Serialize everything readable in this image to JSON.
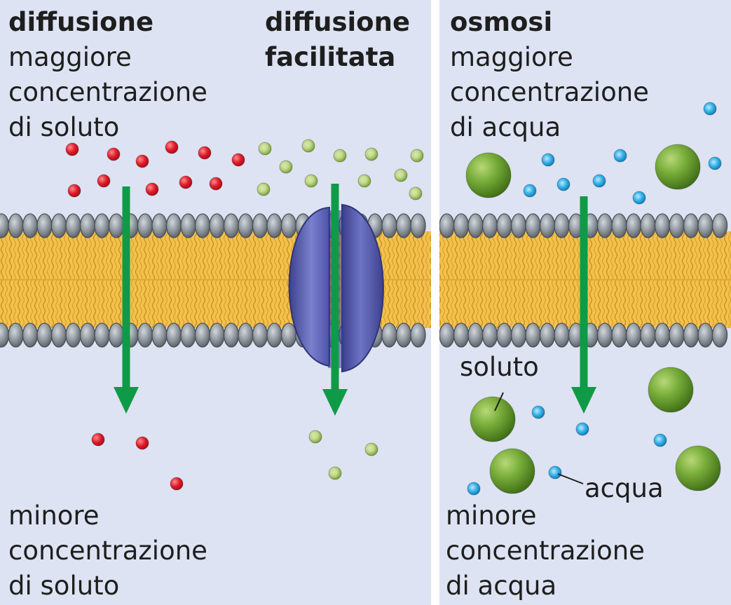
{
  "panels": {
    "diffusion": {
      "title": "diffusione",
      "top_lines": [
        "maggiore",
        "concentrazione",
        "di soluto"
      ],
      "bottom_lines": [
        "minore",
        "concentrazione",
        "di soluto"
      ]
    },
    "facilitated": {
      "title_lines": [
        "diffusione",
        "facilitata"
      ]
    },
    "osmosis": {
      "title": "osmosi",
      "top_lines": [
        "maggiore",
        "concentrazione",
        "di acqua"
      ],
      "bottom_lines": [
        "minore",
        "concentrazione",
        "di acqua"
      ],
      "solute_label": "soluto",
      "water_label": "acqua"
    }
  },
  "colors": {
    "panel_background": "#dde3f2",
    "separator": "#ffffff",
    "membrane_core": "#f2c14e",
    "phospholipid_head": "#8a9198",
    "channel_protein": "#5b60b4",
    "arrow": "#0f9a47",
    "solute_red": "#e01b2a",
    "solute_green": "#7aa63a",
    "water_blue": "#1aa0dc",
    "large_solute": "#5f9a2a"
  }
}
